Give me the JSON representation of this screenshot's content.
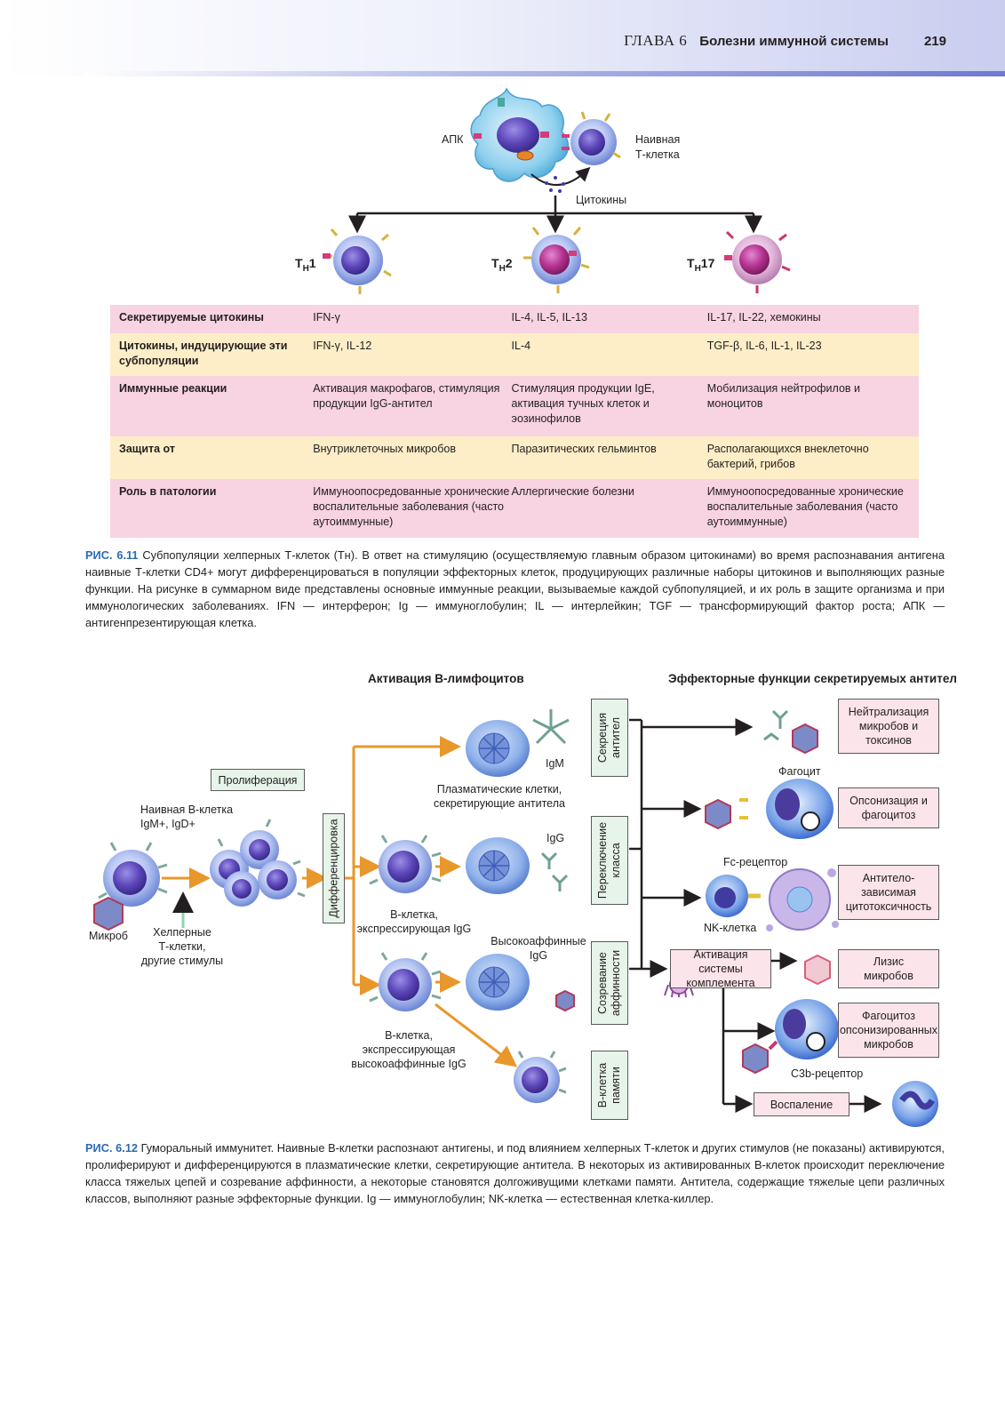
{
  "header": {
    "chapter": "ГЛАВА 6",
    "title": "Болезни иммунной системы",
    "page_number": "219"
  },
  "fig611": {
    "apc_label": "АПК",
    "naive_t_label_1": "Наивная",
    "naive_t_label_2": "Т-клетка",
    "cytokines_label": "Цитокины",
    "th1_main": "T",
    "th1_sub": "H",
    "th1_num": "1",
    "th2_main": "T",
    "th2_sub": "H",
    "th2_num": "2",
    "th17_main": "T",
    "th17_sub": "H",
    "th17_num": "17",
    "table": [
      {
        "h": "Секретируемые цитокины",
        "c1": "IFN-γ",
        "c2": "IL-4, IL-5, IL-13",
        "c3": "IL-17, IL-22, хемокины"
      },
      {
        "h": "Цитокины, индуцирующие эти субпопуляции",
        "c1": "IFN-γ, IL-12",
        "c2": "IL-4",
        "c3": "TGF-β, IL-6, IL-1, IL-23"
      },
      {
        "h": "Иммунные реакции",
        "c1": "Активация макрофагов, стимуляция продукции IgG-антител",
        "c2": "Стимуляция продукции IgE, активация тучных клеток и эозинофилов",
        "c3": "Мобилизация нейтрофилов и моноцитов"
      },
      {
        "h": "Защита от",
        "c1": "Внутриклеточных микробов",
        "c2": "Паразитических гельминтов",
        "c3": "Располагающихся внеклеточно бактерий, грибов"
      },
      {
        "h": "Роль в патологии",
        "c1": "Иммуноопосредованные хронические воспалительные заболевания (часто аутоиммунные)",
        "c2": "Аллергические болезни",
        "c3": "Иммуноопосредованные хронические воспалительные заболевания (часто аутоиммунные)"
      }
    ],
    "caption_label": "РИС. 6.11",
    "caption_text": " Субпопуляции хелперных Т-клеток (Tн). В ответ на стимуляцию (осуществляемую главным образом цитокинами) во время распознавания антигена наивные Т-клетки CD4+ могут дифференцироваться в популяции эффекторных клеток, продуцирующих различные наборы цитокинов и выполняющих разные функции. На рисунке в суммарном виде представлены основные иммунные реакции, вызываемые каждой субпопуляцией, и их роль в защите организма и при иммунологических заболеваниях. IFN — интерферон; Ig — иммуноглобулин; IL — интерлейкин; TGF — трансформирующий фактор роста; АПК — антигенпрезентирующая клетка."
  },
  "fig612": {
    "title_left": "Активация В-лимфоцитов",
    "title_right": "Эффекторные функции секретируемых антител",
    "proliferation": "Пролиферация",
    "differentiation": "Дифференцировка",
    "naive_b_1": "Наивная В-клетка",
    "naive_b_2": "IgM+, IgD+",
    "microbe": "Микроб",
    "helper_1": "Хелперные",
    "helper_2": "Т-клетки,",
    "helper_3": "другие стимулы",
    "igm": "IgM",
    "plasma_1": "Плазматические клетки,",
    "plasma_2": "секретирующие антитела",
    "igg": "IgG",
    "bcell_igg_1": "В-клетка,",
    "bcell_igg_2": "экспрессирующая IgG",
    "high_aff_1": "Высокоаффинные",
    "high_aff_2": "IgG",
    "bcell_ha_1": "В-клетка,",
    "bcell_ha_2": "экспрессирующая",
    "bcell_ha_3": "высокоаффинные IgG",
    "secretion_1": "Секреция",
    "secretion_2": "антител",
    "class_switch_1": "Переключение",
    "class_switch_2": "класса",
    "aff_mat_1": "Созревание",
    "aff_mat_2": "аффинности",
    "memory_1": "В-клетка",
    "memory_2": "памяти",
    "neutral": "Нейтрализация микробов и токсинов",
    "phagocyte": "Фагоцит",
    "opson": "Опсонизация и фагоцитоз",
    "fc_receptor": "Fc-рецептор",
    "adcc": "Антитело-зависимая цитотоксичность",
    "nk": "NK-клетка",
    "complement": "Активация системы комплемента",
    "lysis": "Лизис микробов",
    "phago_ops": "Фагоцитоз опсонизированных микробов",
    "c3b": "C3b-рецептор",
    "inflammation": "Воспаление",
    "caption_label": "РИС. 6.12",
    "caption_text": " Гуморальный иммунитет. Наивные В-клетки распознают антигены, и под влиянием хелперных Т-клеток и других стимулов (не показаны) активируются, пролиферируют и дифференцируются в плазматические клетки, секретирующие антитела. В некоторых из активированных В-клеток происходит переключение класса тяжелых цепей и созревание аффинности, а некоторые становятся долгоживущими клетками памяти. Антитела, содержащие тяжелые цепи различных классов, выполняют разные эффекторные функции. Ig — иммуноглобулин; NK-клетка — естественная клетка-киллер."
  },
  "colors": {
    "row_pink": "#f8d3e1",
    "row_yellow": "#fdeec7",
    "caption_blue": "#2a6bb6",
    "arrow_orange": "#e8972b",
    "cell_blue": "#6d86d6"
  }
}
